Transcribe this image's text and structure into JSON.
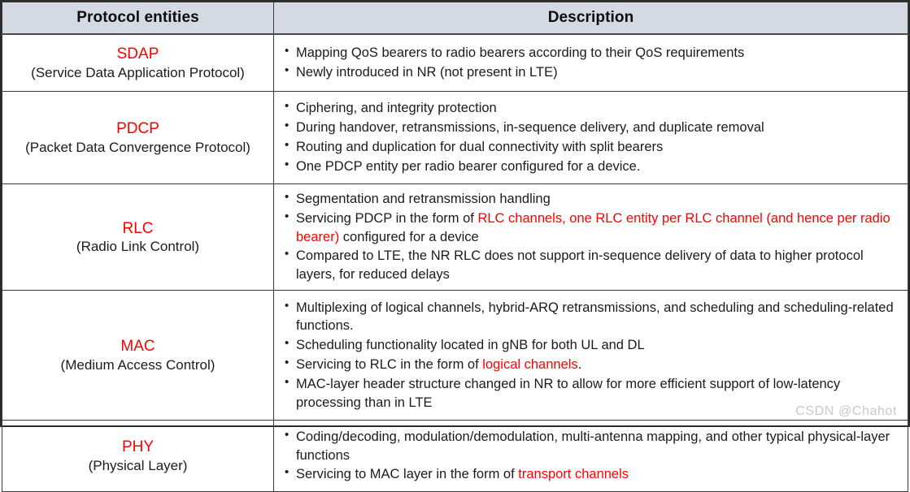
{
  "table": {
    "headers": {
      "entity": "Protocol entities",
      "description": "Description"
    },
    "rows": [
      {
        "abbr": "SDAP",
        "full": "(Service Data Application Protocol)",
        "bullets": [
          [
            {
              "t": "Mapping QoS bearers to radio bearers according to their QoS requirements",
              "c": "normal"
            }
          ],
          [
            {
              "t": "Newly introduced in NR (not present in LTE)",
              "c": "normal"
            }
          ]
        ]
      },
      {
        "abbr": "PDCP",
        "full": "(Packet Data Convergence Protocol)",
        "bullets": [
          [
            {
              "t": "Ciphering, and integrity protection",
              "c": "normal"
            }
          ],
          [
            {
              "t": "During handover, retransmissions, in-sequence delivery, and duplicate removal",
              "c": "normal"
            }
          ],
          [
            {
              "t": "Routing and duplication for dual connectivity with split bearers",
              "c": "normal"
            }
          ],
          [
            {
              "t": "One PDCP entity per radio bearer configured for a device.",
              "c": "normal"
            }
          ]
        ]
      },
      {
        "abbr": "RLC",
        "full": "(Radio Link Control)",
        "bullets": [
          [
            {
              "t": "Segmentation and retransmission handling",
              "c": "normal"
            }
          ],
          [
            {
              "t": "Servicing PDCP in the form of ",
              "c": "normal"
            },
            {
              "t": "RLC channels, one RLC entity per RLC channel (and hence per radio bearer)",
              "c": "red"
            },
            {
              "t": " configured for a device",
              "c": "normal"
            }
          ],
          [
            {
              "t": "Compared to LTE, the NR RLC does not support in-sequence delivery of data to higher protocol layers, for reduced delays",
              "c": "normal"
            }
          ]
        ]
      },
      {
        "abbr": "MAC",
        "full": "(Medium Access Control)",
        "bullets": [
          [
            {
              "t": "Multiplexing of logical channels, hybrid-ARQ retransmissions, and scheduling and scheduling-related functions.",
              "c": "normal"
            }
          ],
          [
            {
              "t": "Scheduling functionality located in gNB for both UL and DL",
              "c": "normal"
            }
          ],
          [
            {
              "t": "Servicing to RLC in the form of ",
              "c": "normal"
            },
            {
              "t": "logical channels",
              "c": "red"
            },
            {
              "t": ".",
              "c": "normal"
            }
          ],
          [
            {
              "t": "MAC-layer header structure changed in NR to allow for more efficient support of low-latency processing than in LTE",
              "c": "normal"
            }
          ]
        ]
      },
      {
        "abbr": "PHY",
        "full": "(Physical Layer)",
        "bullets": [
          [
            {
              "t": "Coding/decoding, modulation/demodulation, multi-antenna mapping, and other typical physical-layer functions",
              "c": "normal"
            }
          ],
          [
            {
              "t": "Servicing to MAC layer in the form of ",
              "c": "normal"
            },
            {
              "t": "transport channels",
              "c": "red"
            }
          ]
        ]
      }
    ]
  },
  "watermark": "CSDN @Chahot",
  "colors": {
    "header_background": "#d4dae3",
    "highlight": "#ff0000",
    "text": "#1b1b1b",
    "border": "#3a3a3a",
    "watermark": "#c9c9c9"
  }
}
